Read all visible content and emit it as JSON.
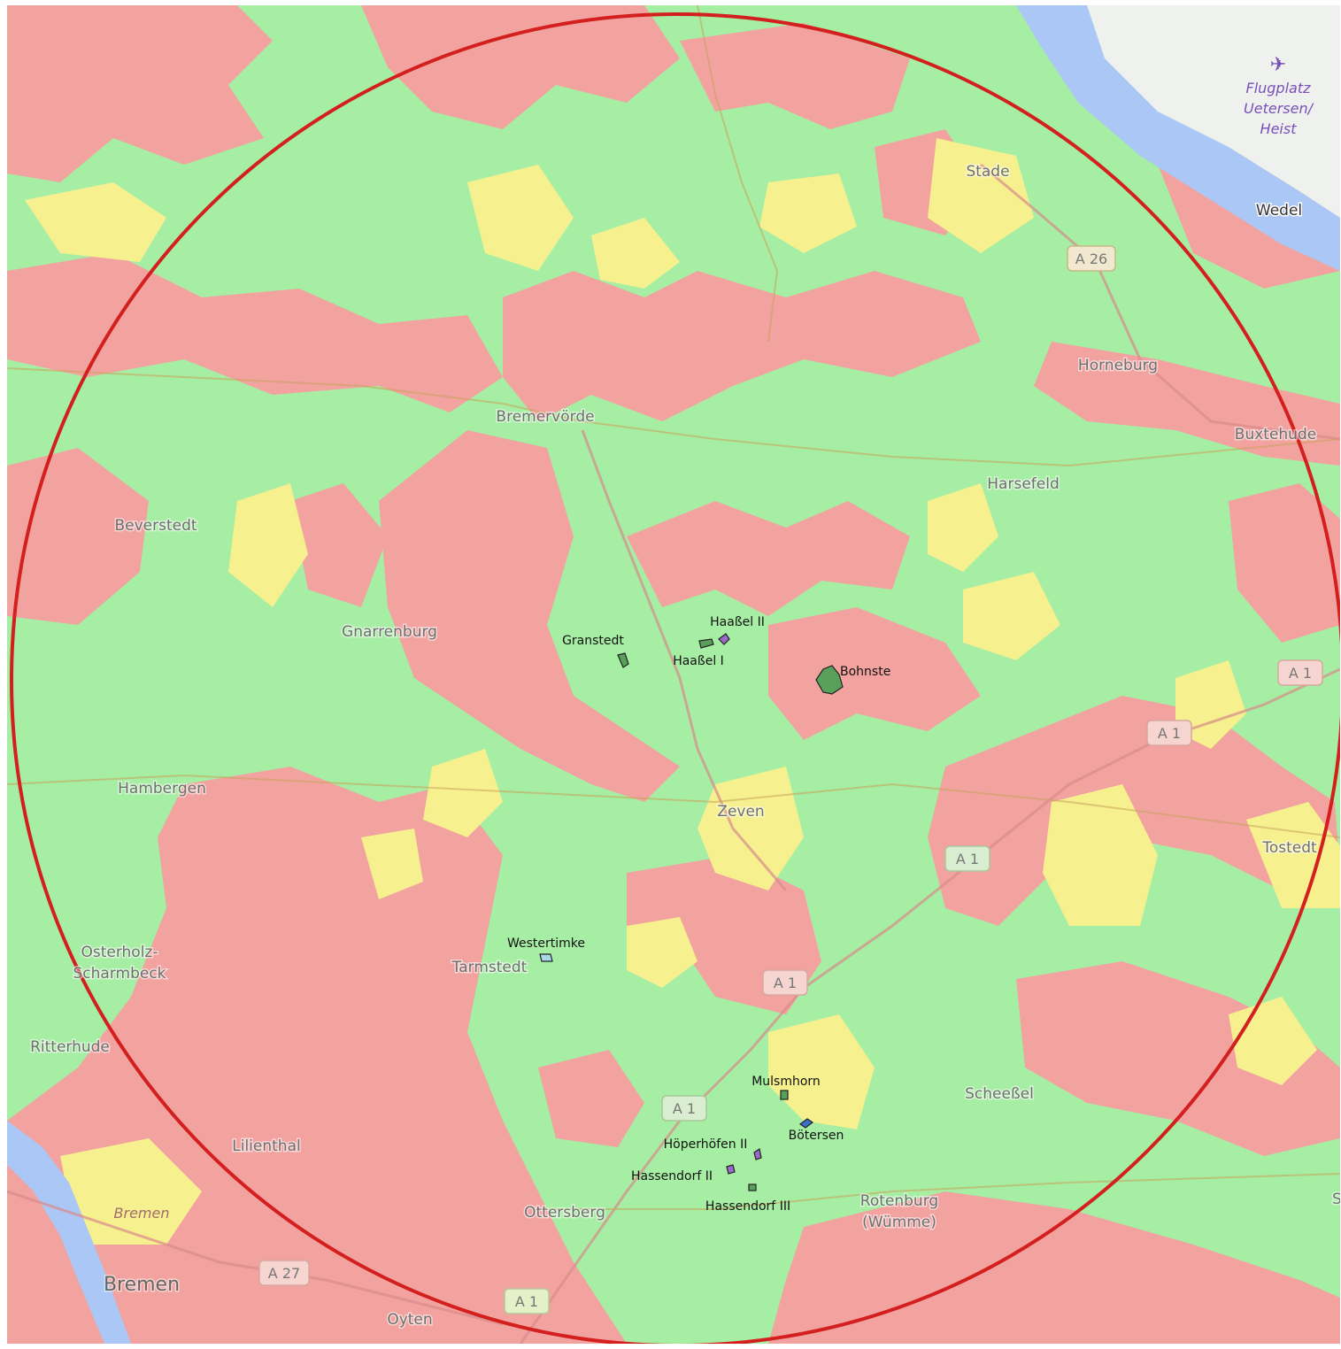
{
  "map": {
    "colors": {
      "suitable": "#a6eea3",
      "restricted": "#f2a3a0",
      "conditional": "#f6f08f",
      "water": "#aac7f5",
      "radius_circle": "#d41f1f",
      "site_fill": "#59a05a",
      "site_fill_purple": "#9b6bcc",
      "site_fill_blue": "#3d6fc7"
    },
    "towns": [
      {
        "name": "Stade"
      },
      {
        "name": "Wedel"
      },
      {
        "name": "Horneburg"
      },
      {
        "name": "Buxtehude"
      },
      {
        "name": "Harsefeld"
      },
      {
        "name": "Bremervörde"
      },
      {
        "name": "Beverstedt"
      },
      {
        "name": "Gnarrenburg"
      },
      {
        "name": "Hambergen"
      },
      {
        "name": "Zeven"
      },
      {
        "name": "Tostedt"
      },
      {
        "name": "Osterholz-"
      },
      {
        "name": "Scharmbeck"
      },
      {
        "name": "Tarmstedt"
      },
      {
        "name": "Ritterhude"
      },
      {
        "name": "Lilienthal"
      },
      {
        "name": "Scheeßel"
      },
      {
        "name": "Ottersberg"
      },
      {
        "name": "Rotenburg"
      },
      {
        "name": "(Wümme)"
      },
      {
        "name": "Bremen"
      },
      {
        "name": "Oyten"
      },
      {
        "name": "So"
      }
    ],
    "water_label": "Bremen",
    "airport": {
      "line1": "Flugplatz",
      "line2": "Uetersen/",
      "line3": "Heist",
      "icon": "airplane-icon"
    },
    "roads": [
      {
        "label": "A 26"
      },
      {
        "label": "A 1"
      },
      {
        "label": "A 1"
      },
      {
        "label": "A 1"
      },
      {
        "label": "A 1"
      },
      {
        "label": "A 1"
      },
      {
        "label": "A 27"
      },
      {
        "label": "A 1"
      }
    ],
    "sites": [
      {
        "name": "Haaßel II"
      },
      {
        "name": "Granstedt"
      },
      {
        "name": "Haaßel I"
      },
      {
        "name": "Bohnste"
      },
      {
        "name": "Westertimke"
      },
      {
        "name": "Mulsmhorn"
      },
      {
        "name": "Bötersen"
      },
      {
        "name": "Höperhöfen II"
      },
      {
        "name": "Hassendorf II"
      },
      {
        "name": "Hassendorf III"
      }
    ]
  }
}
